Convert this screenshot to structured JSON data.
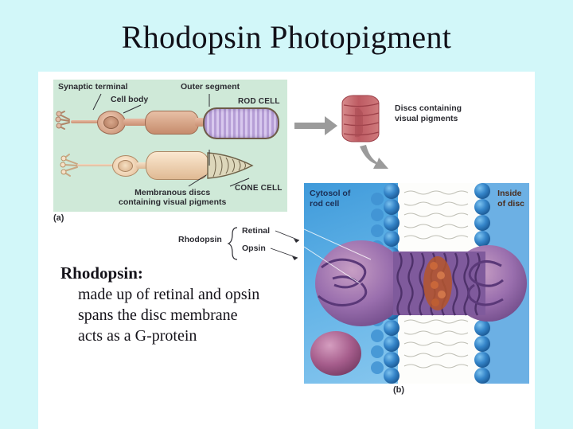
{
  "slide": {
    "title": "Rhodopsin Photopigment",
    "background_color": "#d2f7f9",
    "canvas_color": "#ffffff"
  },
  "panel_a": {
    "label": "(a)",
    "background_color": "#cfe9d8",
    "labels": {
      "synaptic_terminal": "Synaptic terminal",
      "cell_body": "Cell body",
      "outer_segment": "Outer segment",
      "rod_cell": "ROD CELL",
      "cone_cell": "CONE CELL",
      "membranous_discs": "Membranous discs\ncontaining visual pigments"
    }
  },
  "disc_illustration": {
    "label": "Discs containing\nvisual pigments",
    "disc_color": "#c4656b",
    "arrow_color": "#9b9b9b"
  },
  "bracket_labels": {
    "rhodopsin": "Rhodopsin",
    "retinal": "Retinal",
    "opsin": "Opsin"
  },
  "body_text": {
    "heading": "Rhodopsin:",
    "lines": [
      "made up of retinal and opsin",
      "spans the disc membrane",
      "acts as a G-protein"
    ]
  },
  "panel_b": {
    "label": "(b)",
    "labels": {
      "cytosol": "Cytosol of\nrod cell",
      "inside_of_disc": "Inside\nof disc"
    },
    "colors": {
      "cytosol": "#4ea2dd",
      "inside_of_disc": "#e0a585",
      "membrane_core": "#fdfdfb",
      "lipid_head": "#2f7fc4",
      "protein": "#8d6ba8",
      "retinal_chromophore": "#b5562c"
    }
  }
}
